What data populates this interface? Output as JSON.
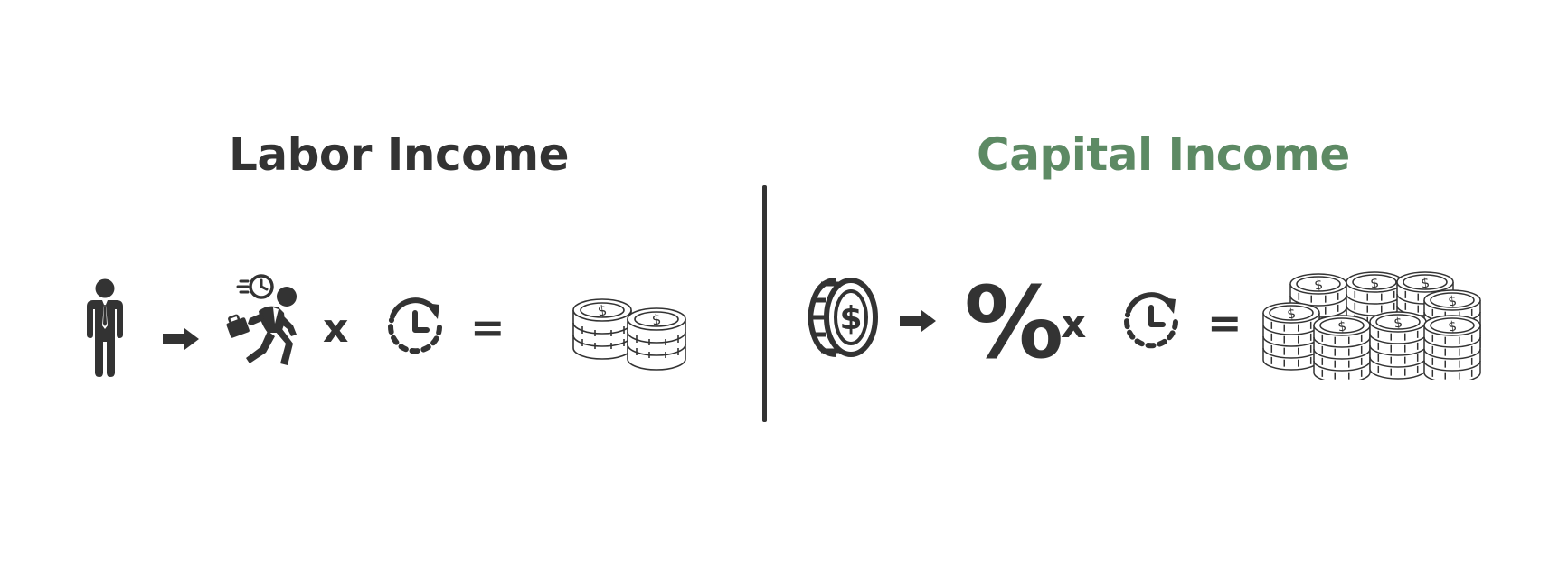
{
  "labor": {
    "title": "Labor Income",
    "operators": {
      "times": "x",
      "equals": "="
    },
    "icons": [
      "person-icon",
      "arrow-right-icon",
      "worker-running-icon",
      "clock-icon",
      "coin-stacks-icon"
    ]
  },
  "capital": {
    "title": "Capital Income",
    "operators": {
      "percent": "%",
      "times": "x",
      "equals": "="
    },
    "icons": [
      "dollar-coin-icon",
      "arrow-right-icon",
      "percent-icon",
      "clock-icon",
      "coin-pile-icon"
    ]
  },
  "colors": {
    "ink": "#333333",
    "labor_title": "#333333",
    "capital_title": "#5d8a64",
    "divider": "#333333",
    "background": "#ffffff"
  }
}
